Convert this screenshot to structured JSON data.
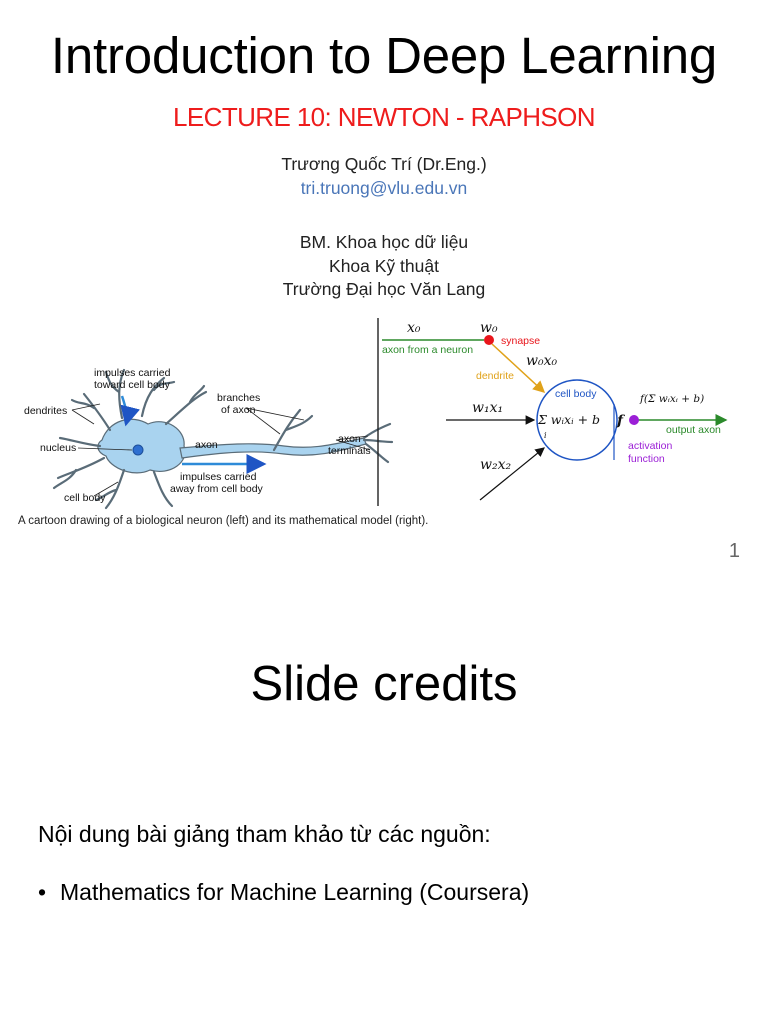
{
  "slide1": {
    "title": "Introduction to Deep Learning",
    "subtitle": "LECTURE 10: NEWTON - RAPHSON",
    "author": "Trương Quốc Trí (Dr.Eng.)",
    "email": "tri.truong@vlu.edu.vn",
    "department": "BM. Khoa học dữ liệu",
    "faculty": "Khoa Kỹ thuật",
    "school": "Trường Đại học Văn Lang",
    "page_number": "1",
    "figure": {
      "caption": "A cartoon drawing of a biological neuron (left) and its mathematical model (right).",
      "bio_labels": {
        "impulses_toward": [
          "impulses carried",
          "toward cell body"
        ],
        "dendrites": "dendrites",
        "nucleus": "nucleus",
        "cell_body": "cell body",
        "branches": [
          "branches",
          "of axon"
        ],
        "axon": "axon",
        "axon_terminals": [
          "axon",
          "terminals"
        ],
        "impulses_away": [
          "impulses carried",
          "away from cell body"
        ]
      },
      "model_labels": {
        "x0": "x₀",
        "w0": "w₀",
        "synapse": "synapse",
        "axon_from_neuron": "axon from a neuron",
        "w0x0": "w₀x₀",
        "dendrite": "dendrite",
        "cell_body": "cell body",
        "w1x1": "w₁x₁",
        "sum_expr": "Σ wᵢxᵢ + b",
        "sum_index": "i",
        "f": "f",
        "f_output": "f(Σ wᵢxᵢ + b)",
        "output_axon": "output axon",
        "activation": [
          "activation",
          "function"
        ],
        "w2x2": "w₂x₂"
      },
      "colors": {
        "red": "#e8151b",
        "green": "#2b8a2b",
        "orange": "#e0a21a",
        "blue": "#1f55c4",
        "purple": "#9b1fd6",
        "neuron": "#a9d3ef",
        "nucleus": "#2e6fd0"
      }
    }
  },
  "slide2": {
    "title": "Slide credits",
    "intro": "Nội dung bài giảng tham khảo từ các nguồn:",
    "bullet_symbol": "•",
    "items": [
      "Mathematics for Machine Learning (Coursera)"
    ]
  }
}
